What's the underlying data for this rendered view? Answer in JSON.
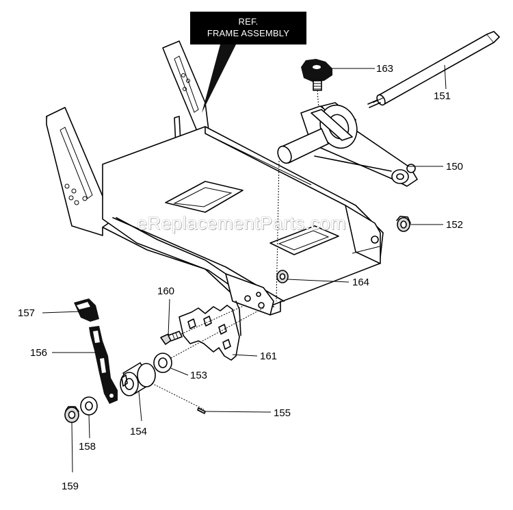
{
  "ref_label": {
    "line1": "REF.",
    "line2": "FRAME ASSEMBLY"
  },
  "watermark": "eReplacementParts.com",
  "parts": [
    {
      "id": "150",
      "label": "150"
    },
    {
      "id": "151",
      "label": "151"
    },
    {
      "id": "152",
      "label": "152"
    },
    {
      "id": "153",
      "label": "153"
    },
    {
      "id": "154",
      "label": "154"
    },
    {
      "id": "155",
      "label": "155"
    },
    {
      "id": "156",
      "label": "156"
    },
    {
      "id": "157",
      "label": "157"
    },
    {
      "id": "158",
      "label": "158"
    },
    {
      "id": "159",
      "label": "159"
    },
    {
      "id": "160",
      "label": "160"
    },
    {
      "id": "161",
      "label": "161"
    },
    {
      "id": "163",
      "label": "163"
    },
    {
      "id": "164",
      "label": "164"
    }
  ]
}
